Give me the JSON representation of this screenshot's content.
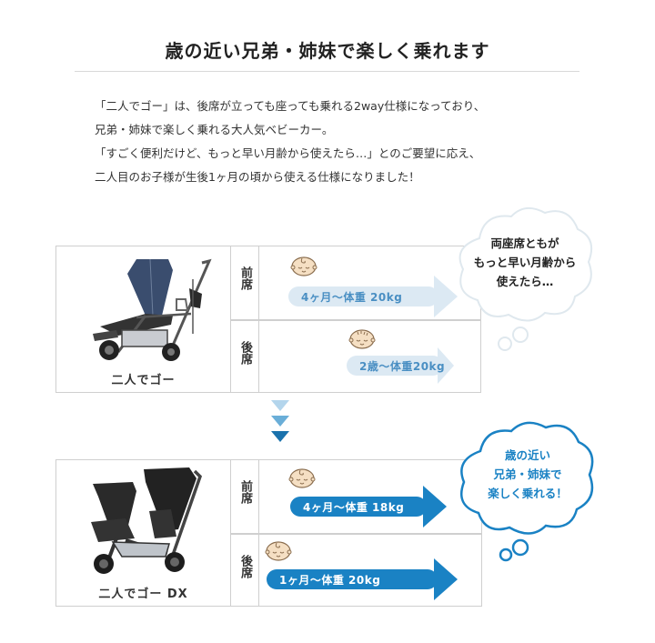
{
  "title": "歳の近い兄弟・姉妹で楽しく乗れます",
  "intro": {
    "lines": [
      "「二人でゴー」は、後席が立っても座っても乗れる2way仕様になっており、",
      "兄弟・姉妹で楽しく乗れる大人気ベビーカー。",
      "「すごく便利だけど、もっと早い月齢から使えたら…」とのご要望に応え、",
      "二人目のお子様が生後1ヶ月の頃から使える仕様になりました！"
    ]
  },
  "seat_labels": {
    "front": "前席",
    "rear": "後席"
  },
  "colors": {
    "accent_blue": "#1a82c4",
    "light_blue": "#dce9f3",
    "light_text": "#4a8fc3",
    "border": "#cfcfcf",
    "face": "#f5dfc3"
  },
  "before": {
    "product_name": "二人でゴー",
    "stroller_icon": "single-canopy-tandem-stroller",
    "front_seat": {
      "range": "4ヶ月〜体重 20kg",
      "icon": "baby-face-icon"
    },
    "rear_seat": {
      "range": "2歳〜体重20kg",
      "icon": "toddler-face-icon"
    },
    "bubble_lines": [
      "両座席ともが",
      "もっと早い月齢から",
      "使えたら…"
    ]
  },
  "after": {
    "product_name": "二人でゴー DX",
    "stroller_icon": "double-canopy-tandem-stroller",
    "front_seat": {
      "range": "4ヶ月〜体重 18kg",
      "icon": "baby-face-icon"
    },
    "rear_seat": {
      "range": "1ヶ月〜体重 20kg",
      "icon": "baby-face-icon"
    },
    "bubble_lines": [
      "歳の近い",
      "兄弟・姉妹で",
      "楽しく乗れる！"
    ]
  },
  "transition_icon": "triple-down-arrow"
}
